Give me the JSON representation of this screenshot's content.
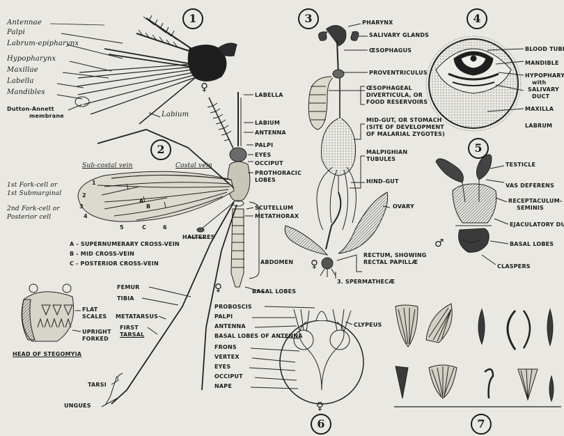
{
  "figure_numbers": [
    "1",
    "2",
    "3",
    "4",
    "5",
    "6",
    "7"
  ],
  "symbols": {
    "female": "♀",
    "male": "♂"
  },
  "fig1_labels": {
    "antennae": "Antennae",
    "palpi": "Palpi",
    "labrum_epipharynx": "Labrum-epipharynx",
    "hypopharynx": "Hypopharynx",
    "maxillae": "Maxillae",
    "labella": "Labella",
    "mandibles": "Mandibles",
    "dutton_annett": "Dutton-Annett",
    "membrane": "membrane",
    "labium": "Labium"
  },
  "fig2_body_labels": {
    "labella": "LABELLA",
    "labium": "LABIUM",
    "antenna": "ANTENNA",
    "palpi": "PALPI",
    "eyes": "EYES",
    "occiput": "OCCIPUT",
    "prothoracic": "PROTHORACIC",
    "lobes": "LOBES",
    "scutellum": "SCUTELLUM",
    "metathorax": "METATHORAX",
    "abdomen": "ABDOMEN",
    "basal_lobes": "BASAL LOBES",
    "halteres": "HALTERES",
    "femur": "FEMUR",
    "tibia": "TIBIA",
    "metatarsus": "METATARSUS",
    "first": "FIRST",
    "tarsal": "TARSAL",
    "tarsi": "TARSI",
    "ungues": "UNGUES"
  },
  "fig2_wing_labels": {
    "sub_costal": "Sub-costal vein",
    "costal": "Costal vein",
    "fork1a": "1st Fork-cell or",
    "fork1b": "1st Submarginal",
    "fork2a": "2nd Fork-cell or",
    "fork2b": "Posterior cell",
    "vein_nums": [
      "1",
      "2",
      "3",
      "4",
      "5",
      "6"
    ],
    "cross_letters": [
      "A",
      "B",
      "C"
    ],
    "legend_a": "A - SUPERNUMERARY CROSS-VEIN",
    "legend_b": "B - MID CROSS-VEIN",
    "legend_c": "C - POSTERIOR CROSS-VEIN"
  },
  "stegomyia": {
    "flat": "FLAT",
    "scales": "SCALES",
    "upright": "UPRIGHT",
    "forked": "FORKED",
    "caption": "HEAD OF STEGOMYIA"
  },
  "fig3_labels": {
    "pharynx": "PHARYNX",
    "salivary": "SALIVARY GLANDS",
    "oesophagus": "ŒSOPHAGUS",
    "proventriculus": "PROVENTRICULUS",
    "oes_div": "ŒSOPHAGEAL",
    "diverticula": "DIVERTICULA, OR",
    "food_res": "FOOD RESERVOIRS",
    "midgut": "MID-GUT, OR STOMACH",
    "site": "(SITE OF DEVELOPMENT",
    "malarial": "OF MALARIAL ZYGOTES)",
    "malpighian": "MALPIGHIAN",
    "tubules": "TUBULES",
    "hindgut": "HIND-GUT",
    "ovary": "OVARY",
    "rectum": "RECTUM, SHOWING",
    "rectal": "RECTAL PAPILLÆ",
    "spermathecae": "3. SPERMATHECÆ"
  },
  "fig4_labels": {
    "blood_tube": "BLOOD TUBE",
    "mandible": "MANDIBLE",
    "hypo": "HYPOPHARYNX,",
    "with": "with",
    "salivary": "SALIVARY",
    "duct": "DUCT",
    "maxilla": "MAXILLA",
    "labrum": "LABRUM"
  },
  "fig5_labels": {
    "testicle": "TESTICLE",
    "vas": "VAS DEFERENS",
    "recept": "RECEPTACULUM-",
    "seminis": "SEMINIS",
    "ejac": "EJACULATORY DUCT",
    "basal": "BASAL LOBES",
    "claspers": "CLASPERS"
  },
  "fig6_labels": {
    "proboscis": "PROBOSCIS",
    "palpi": "PALPI",
    "antenna": "ANTENNA",
    "basal": "BASAL LOBES OF ANTENNA",
    "frons": "FRONS",
    "vertex": "VERTEX",
    "eyes": "EYES",
    "occiput": "OCCIPUT",
    "nape": "NAPE",
    "clypeus": "CLYPEUS"
  }
}
